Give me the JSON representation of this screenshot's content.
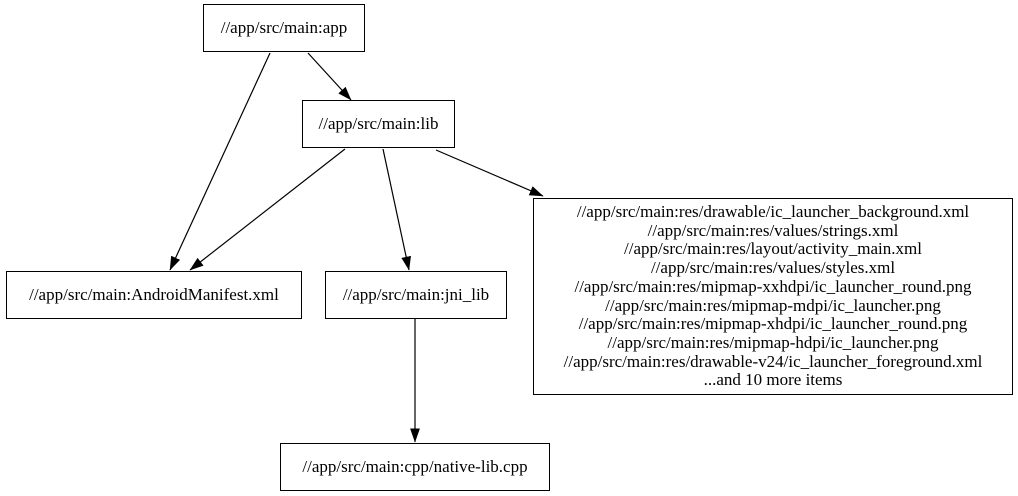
{
  "colors": {
    "background": "#ffffff",
    "node_border": "#000000",
    "edge": "#000000",
    "text": "#000000"
  },
  "graph": {
    "nodes": {
      "app": {
        "label": "//app/src/main:app"
      },
      "lib": {
        "label": "//app/src/main:lib"
      },
      "manifest": {
        "label": "//app/src/main:AndroidManifest.xml"
      },
      "jni_lib": {
        "label": "//app/src/main:jni_lib"
      },
      "resources": {
        "lines": [
          "//app/src/main:res/drawable/ic_launcher_background.xml",
          "//app/src/main:res/values/strings.xml",
          "//app/src/main:res/layout/activity_main.xml",
          "//app/src/main:res/values/styles.xml",
          "//app/src/main:res/mipmap-xxhdpi/ic_launcher_round.png",
          "//app/src/main:res/mipmap-mdpi/ic_launcher.png",
          "//app/src/main:res/mipmap-xhdpi/ic_launcher_round.png",
          "//app/src/main:res/mipmap-hdpi/ic_launcher.png",
          "//app/src/main:res/drawable-v24/ic_launcher_foreground.xml",
          "...and 10 more items"
        ]
      },
      "native_lib": {
        "label": "//app/src/main:cpp/native-lib.cpp"
      }
    },
    "edges": [
      {
        "from": "//app/src/main:app",
        "to": "//app/src/main:lib"
      },
      {
        "from": "//app/src/main:app",
        "to": "//app/src/main:AndroidManifest.xml"
      },
      {
        "from": "//app/src/main:lib",
        "to": "//app/src/main:AndroidManifest.xml"
      },
      {
        "from": "//app/src/main:lib",
        "to": "//app/src/main:jni_lib"
      },
      {
        "from": "//app/src/main:lib",
        "to": "resources-group"
      },
      {
        "from": "//app/src/main:jni_lib",
        "to": "//app/src/main:cpp/native-lib.cpp"
      }
    ]
  }
}
